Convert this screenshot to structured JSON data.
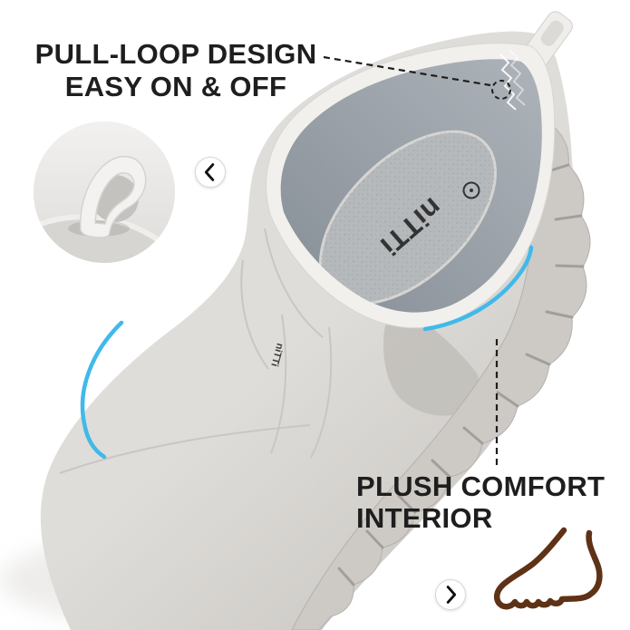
{
  "colors": {
    "text_dark": "#1e1e1e",
    "accent_blue": "#41b9e9",
    "foot_brown": "#5e3216",
    "boot_body_light": "#dfddd9",
    "boot_body_dark": "#c9c6c2",
    "collar_rim": "#f1f0ed",
    "interior_light": "#adb3b9",
    "interior_dark": "#868e96",
    "insole": "#b5b9bb",
    "sole": "#cdcac6"
  },
  "callouts": {
    "pull_loop": {
      "line1": "PULL-LOOP DESIGN",
      "line2": "EASY ON & OFF"
    },
    "comfort": {
      "line1": "PLUSH COMFORT",
      "line2": "INTERIOR"
    }
  },
  "brand": {
    "insole_text": "niTTi",
    "side_mark": "niTTi"
  },
  "icons": {
    "chevron_left": "chevron-left",
    "chevron_right": "chevron-right",
    "foot": "bare-foot",
    "inset": "pull-loop-closeup"
  }
}
